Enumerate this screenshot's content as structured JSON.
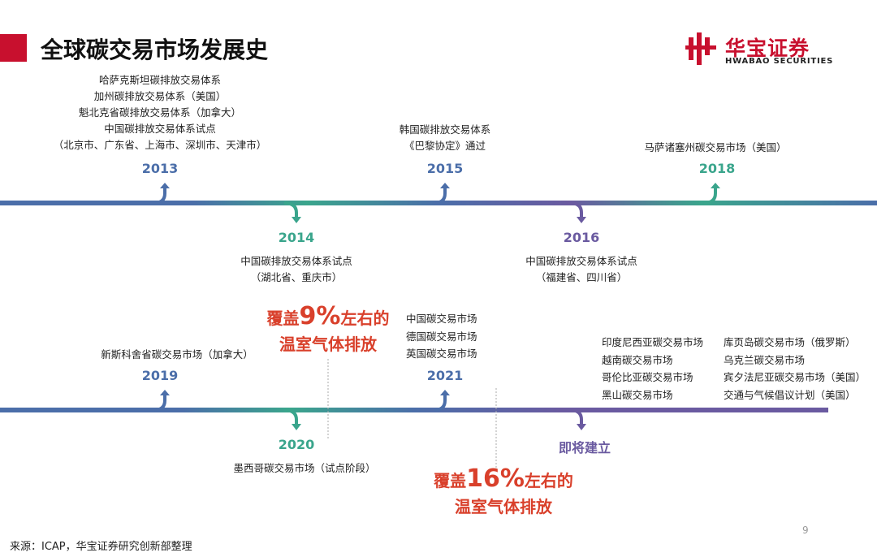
{
  "header": {
    "title": "全球碳交易市场发展史",
    "logo_cn": "华宝证券",
    "logo_en": "HWABAO SECURITIES",
    "accent_color": "#c8102e"
  },
  "colors": {
    "blue": "#4b6ea9",
    "teal": "#3aa58c",
    "purple": "#6a5aa0",
    "red_highlight": "#d9402b"
  },
  "timeline1": {
    "events": [
      {
        "year": "2013",
        "lines": [
          "哈萨克斯坦碳排放交易体系",
          "加州碳排放交易体系（美国）",
          "魁北克省碳排放交易体系（加拿大）",
          "中国碳排放交易体系试点",
          "（北京市、广东省、上海市、深圳市、天津市）"
        ]
      },
      {
        "year": "2014",
        "lines": [
          "中国碳排放交易体系试点",
          "（湖北省、重庆市）"
        ]
      },
      {
        "year": "2015",
        "lines": [
          "韩国碳排放交易体系",
          "《巴黎协定》通过"
        ]
      },
      {
        "year": "2016",
        "lines": [
          "中国碳排放交易体系试点",
          "（福建省、四川省）"
        ]
      },
      {
        "year": "2018",
        "lines": [
          "马萨诸塞州碳交易市场（美国）"
        ]
      }
    ]
  },
  "timeline2": {
    "events": [
      {
        "year": "2019",
        "lines": [
          "新斯科舍省碳交易市场（加拿大）"
        ]
      },
      {
        "year": "2020",
        "lines": [
          "墨西哥碳交易市场（试点阶段）"
        ]
      },
      {
        "year": "2021",
        "lines": [
          "中国碳交易市场",
          "德国碳交易市场",
          "英国碳交易市场"
        ]
      },
      {
        "year": "即将建立",
        "left_col": [
          "印度尼西亚碳交易市场",
          "越南碳交易市场",
          "哥伦比亚碳交易市场",
          "黑山碳交易市场"
        ],
        "right_col": [
          "库页岛碳交易市场（俄罗斯）",
          "乌克兰碳交易市场",
          "宾夕法尼亚碳交易市场（美国）",
          "交通与气候倡议计划（美国）"
        ]
      }
    ]
  },
  "coverage": [
    {
      "prefix": "覆盖",
      "pct": "9%",
      "suffix": "左右的",
      "line2": "温室气体排放"
    },
    {
      "prefix": "覆盖",
      "pct": "16%",
      "suffix": "左右的",
      "line2": "温室气体排放"
    }
  ],
  "footer": {
    "source": "来源：ICAP，华宝证券研究创新部整理",
    "page_number": "9"
  }
}
